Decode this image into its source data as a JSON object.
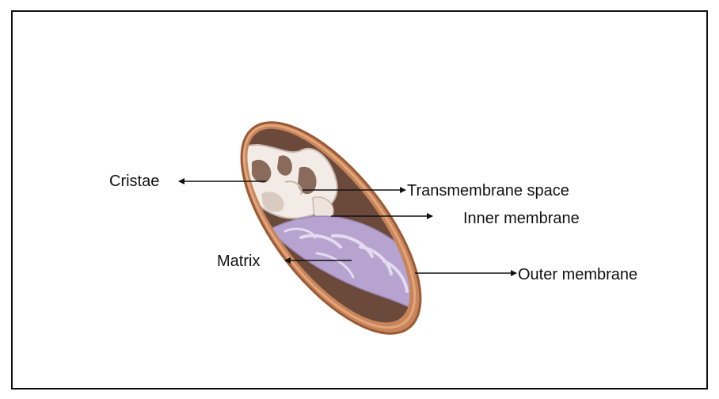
{
  "diagram": {
    "labels": {
      "cristae": "Cristae",
      "transmembrane_space": "Transmembrane space",
      "inner_membrane": "Inner membrane",
      "matrix": "Matrix",
      "outer_membrane": "Outer membrane"
    },
    "colors": {
      "outer_membrane": "#c9855a",
      "outer_membrane_dark": "#9a5a36",
      "intermembrane": "#6b4a3c",
      "cristae_light": "#f3ece6",
      "cristae_shadow": "#c8b8ad",
      "matrix": "#b6a3cf",
      "matrix_light": "#e4dbef",
      "arrow": "#111111"
    }
  }
}
